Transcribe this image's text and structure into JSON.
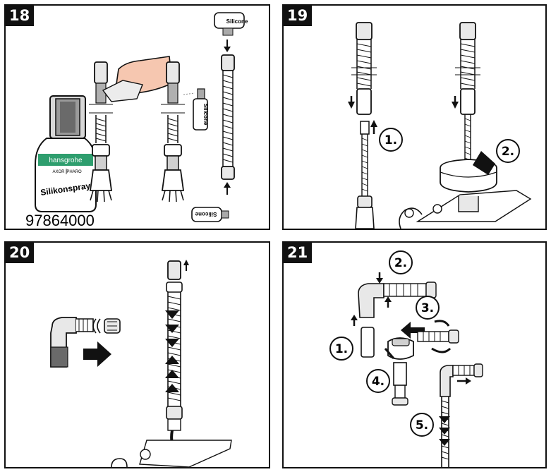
{
  "panels": [
    {
      "number": "18",
      "part_number": "97864000",
      "bottle": {
        "brand": "hansgrohe",
        "sub_brands": [
          "AXOR",
          "PHARO"
        ],
        "product": "Silikonspray",
        "brand_color": "#2e9e6e"
      },
      "spray_labels": [
        "Silicone",
        "Silicone",
        "Silicone"
      ]
    },
    {
      "number": "19",
      "steps": [
        "1.",
        "2."
      ]
    },
    {
      "number": "20"
    },
    {
      "number": "21",
      "steps": [
        "1.",
        "2.",
        "3.",
        "4.",
        "5."
      ]
    }
  ],
  "colors": {
    "line": "#111111",
    "light_gray": "#e8e8e8",
    "mid_gray": "#b0b0b0",
    "dark_gray": "#555555"
  }
}
